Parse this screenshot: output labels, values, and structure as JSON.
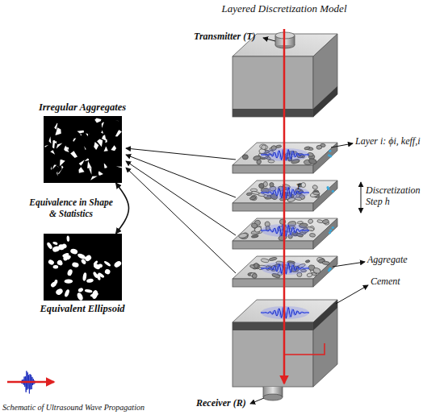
{
  "diagram": {
    "title": "Layered Discretization Model",
    "nodes": [
      {
        "text": [
          "Irregular Aggregates"
        ]
      },
      {
        "text": [
          "Equivalent Ellipsoid"
        ]
      }
    ],
    "edges": [
      {
        "from": 0,
        "to": 1,
        "arrow": "both",
        "label": "Equivalence in Shape & Statistics"
      }
    ],
    "labels": [
      "Transmitter (T)",
      "Layer i: ϕi, keff,i",
      "Discretization Step h",
      "T",
      "Aggregate",
      "Cement",
      "Receiver (R)"
    ],
    "legend": [
      {
        "text": "Schematic of Ultrasound Wave Propagation"
      }
    ]
  }
}
